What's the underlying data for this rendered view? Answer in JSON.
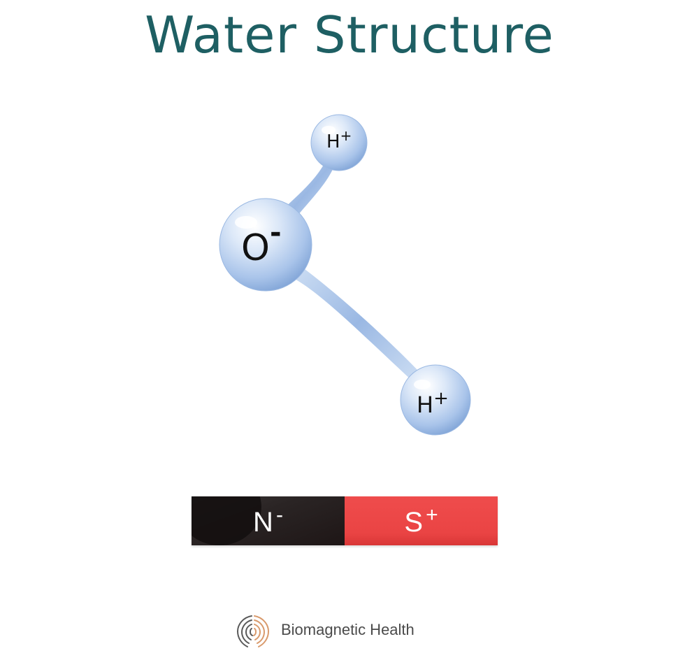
{
  "title": "Water Structure",
  "molecule": {
    "atoms": [
      {
        "label": "O",
        "charge": "-"
      },
      {
        "label": "H",
        "charge": "+"
      },
      {
        "label": "H",
        "charge": "+"
      }
    ]
  },
  "magnet": {
    "north": {
      "label": "N",
      "charge": "-"
    },
    "south": {
      "label": "S",
      "charge": "+"
    }
  },
  "brand": {
    "name": "Biomagnetic Health"
  },
  "colors": {
    "title": "#1e5f63",
    "atom": "#b9d1ee",
    "north_pole": "#2a2424",
    "south_pole": "#ea4444"
  }
}
